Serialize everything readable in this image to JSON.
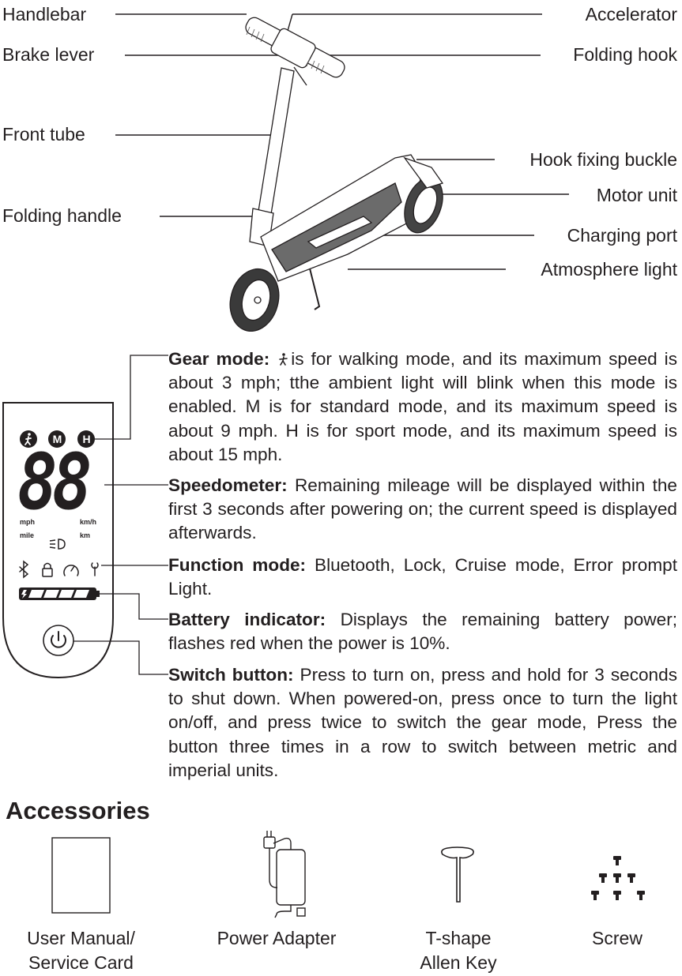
{
  "scooter_labels": {
    "handlebar": "Handlebar",
    "accelerator": "Accelerator",
    "brake_lever": "Brake lever",
    "folding_hook": "Folding hook",
    "front_tube": "Front tube",
    "hook_fixing_buckle": "Hook fixing buckle",
    "motor_unit": "Motor unit",
    "folding_handle": "Folding handle",
    "charging_port": "Charging port",
    "atmosphere_light": "Atmosphere light"
  },
  "display_panel": {
    "gear_icons": [
      "M",
      "H"
    ],
    "speed_digits": "88",
    "unit_mph": "mph",
    "unit_kmh": "km/h",
    "unit_mile": "mile",
    "unit_km": "km"
  },
  "descriptions": [
    {
      "title": "Gear mode:",
      "body": "is for walking mode, and its maximum speed is about 3 mph; tthe ambient light will blink when this mode is enabled. M is for standard mode, and its maximum speed is about 9 mph. H is for sport mode, and its maximum speed is about 15 mph."
    },
    {
      "title": "Speedometer:",
      "body": "Remaining mileage will be displayed within the first 3 seconds after powering on; the current speed is displayed afterwards."
    },
    {
      "title": "Function mode:",
      "body": "Bluetooth, Lock, Cruise mode,  Error prompt Light."
    },
    {
      "title": "Battery indicator:",
      "body": "Displays the remaining battery power; flashes red when the power is 10%."
    },
    {
      "title": "Switch button:",
      "body": "Press to turn on, press and hold for 3 seconds to shut down. When powered-on, press once to turn the light on/off, and press twice to switch the gear mode, Press the button three times in a row to switch between metric and imperial units."
    }
  ],
  "accessories": {
    "title": "Accessories",
    "items": [
      {
        "line1": "User Manual/",
        "line2": "Service Card"
      },
      {
        "line1": "Power Adapter",
        "line2": ""
      },
      {
        "line1": "T-shape",
        "line2": "Allen Key"
      },
      {
        "line1": "Screw",
        "line2": ""
      }
    ]
  }
}
